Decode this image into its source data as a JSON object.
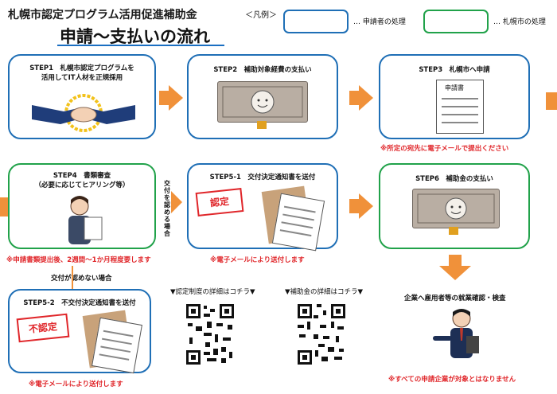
{
  "header": {
    "subtitle": "札幌市認定プログラム活用促進補助金",
    "title": "申請～支払いの流れ"
  },
  "legend": {
    "title": "＜凡例＞",
    "applicant": "… 申請者の処理",
    "city": "… 札幌市の処理",
    "applicant_color": "#1f6fb6",
    "city_color": "#21a24a"
  },
  "steps": {
    "step1": [
      "STEP1　札幌市認定プログラムを",
      "活用してIT人材を正規採用"
    ],
    "step2": "STEP2　補助対象経費の支払い",
    "step3": "STEP3　札幌市へ申請",
    "step3_form": "申請書",
    "step3_note": "※所定の宛先に電子メールで提出ください",
    "step4": [
      "STEP4　書類審査",
      "（必要に応じてヒアリング等）"
    ],
    "step4_note": "※申請書類提出後、2週間～1か月程度要します",
    "step51": "STEP5-1　交付決定通知書を送付",
    "step51_stamp": "認定",
    "step51_note": "※電子メールにより送付します",
    "step6": "STEP6　補助金の支払い",
    "step52": "STEP5-2　不交付決定通知書を送付",
    "step52_stamp": "不認定",
    "step52_note": "※電子メールにより送付します"
  },
  "branches": {
    "approved": [
      "交",
      "付",
      "を",
      "認",
      "め",
      "る",
      "場",
      "合"
    ],
    "not_approved": "交付が認めない場合"
  },
  "qr": {
    "certification": "▼認定制度の詳細はコチラ▼",
    "subsidy": "▼補助金の詳細はコチラ▼"
  },
  "inspection": {
    "title": "企業へ雇用者等の就業確認・検査",
    "note": "※すべての申請企業が対象とはなりません"
  }
}
